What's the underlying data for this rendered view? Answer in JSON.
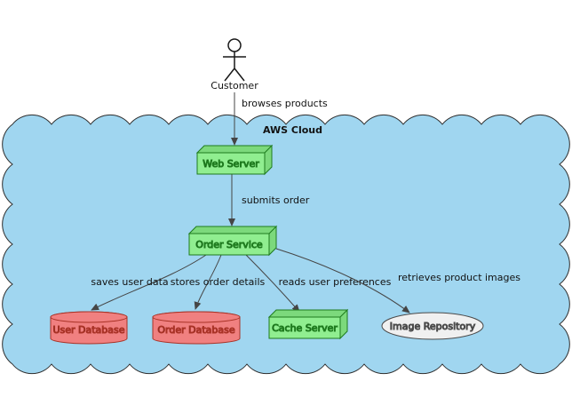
{
  "diagram": {
    "type": "uml-deployment-diagram",
    "actor": {
      "label": "Customer"
    },
    "cloud": {
      "label": "AWS Cloud"
    },
    "nodes": {
      "web_server": {
        "label": "Web Server",
        "shape": "node-3d"
      },
      "order_service": {
        "label": "Order Service",
        "shape": "node-3d"
      },
      "cache_server": {
        "label": "Cache Server",
        "shape": "node-3d"
      },
      "user_database": {
        "label": "User Database",
        "shape": "database-cylinder"
      },
      "order_database": {
        "label": "Order Database",
        "shape": "database-cylinder"
      },
      "image_repository": {
        "label": "Image Repository",
        "shape": "ellipse"
      }
    },
    "edges": {
      "browses": {
        "from": "Customer",
        "to": "Web Server",
        "label": "browses products"
      },
      "submits": {
        "from": "Web Server",
        "to": "Order Service",
        "label": "submits order"
      },
      "saves": {
        "from": "Order Service",
        "to": "User Database",
        "label": "saves user data"
      },
      "stores": {
        "from": "Order Service",
        "to": "Order Database",
        "label": "stores order details"
      },
      "reads": {
        "from": "Order Service",
        "to": "Cache Server",
        "label": "reads user preferences"
      },
      "retrieves": {
        "from": "Order Service",
        "to": "Image Repository",
        "label": "retrieves product images"
      }
    },
    "colors": {
      "cloud_fill": "#a0d6f0",
      "node_fill": "#90ee90",
      "node_side_fill": "#7cd97c",
      "db_fill": "#f08080",
      "repo_fill": "#f0f0f0"
    }
  }
}
